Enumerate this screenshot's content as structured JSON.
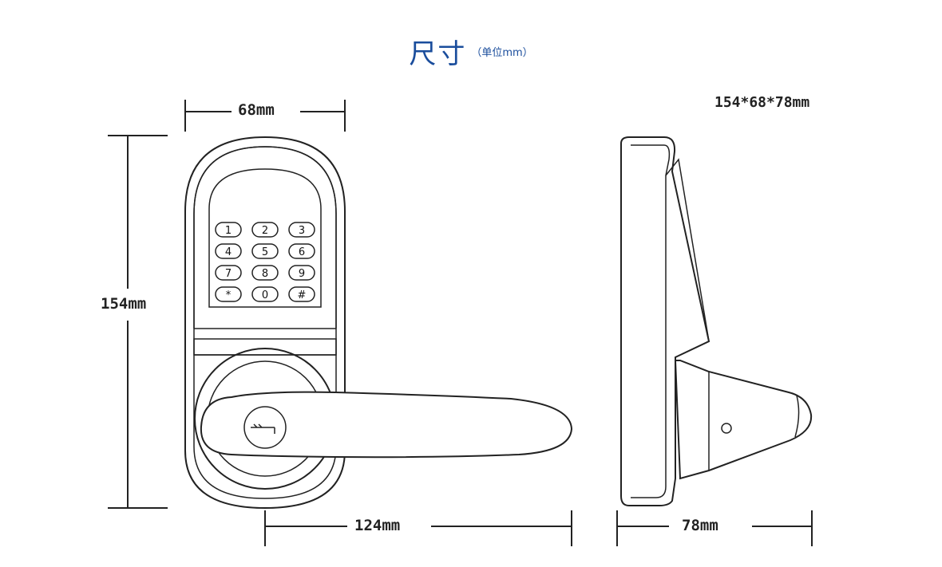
{
  "title": {
    "main": "尺寸",
    "unit_note": "（单位mm）"
  },
  "overall_size": "154*68*78mm",
  "dimensions": {
    "width": "68mm",
    "height": "154mm",
    "handle_length": "124mm",
    "depth": "78mm"
  },
  "keypad": {
    "keys": [
      "1",
      "2",
      "3",
      "4",
      "5",
      "6",
      "7",
      "8",
      "9",
      "*",
      "0",
      "#"
    ]
  },
  "colors": {
    "title": "#1a4d9c",
    "line": "#222222"
  }
}
